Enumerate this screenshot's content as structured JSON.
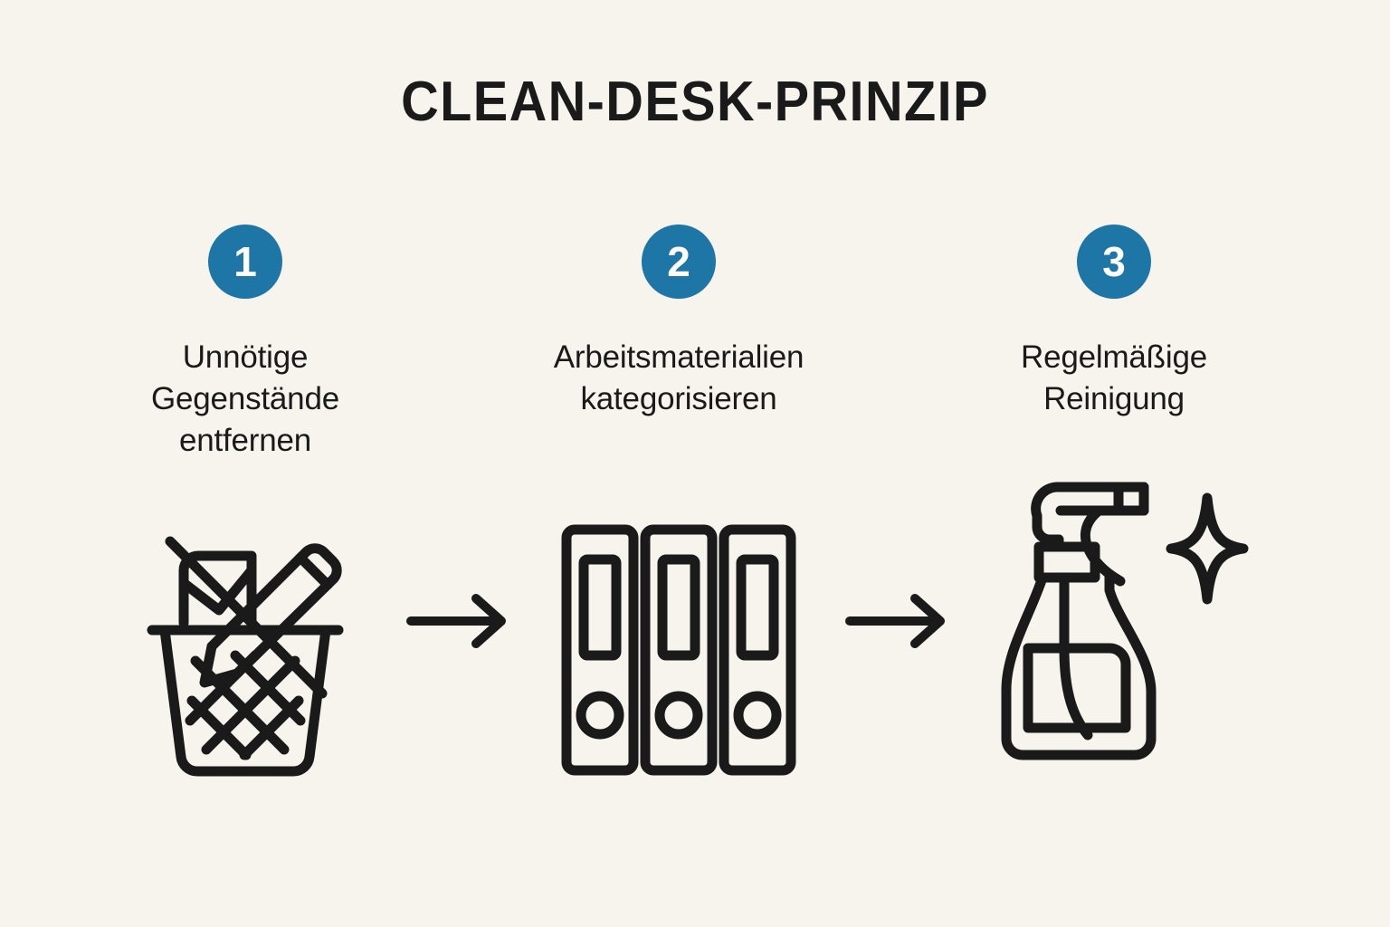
{
  "page": {
    "title": "CLEAN-DESK-PRINZIP",
    "background_color": "#f7f4ee",
    "ink_color": "#1a1a1a",
    "accent_color": "#1d76a6"
  },
  "steps": [
    {
      "number": "1",
      "label": "Unnötige\nGegenstände\nentfernen",
      "icon_name": "wastebasket-with-paper-and-pencil-icon"
    },
    {
      "number": "2",
      "label": "Arbeitsmaterialien\nkategorisieren",
      "icon_name": "three-ring-binders-icon"
    },
    {
      "number": "3",
      "label": "Regelmäßige\nReinigung",
      "icon_name": "spray-bottle-with-sparkle-icon"
    }
  ],
  "connectors": [
    {
      "icon_name": "arrow-right-icon",
      "from_step": "1",
      "to_step": "2"
    },
    {
      "icon_name": "arrow-right-icon",
      "from_step": "2",
      "to_step": "3"
    }
  ]
}
